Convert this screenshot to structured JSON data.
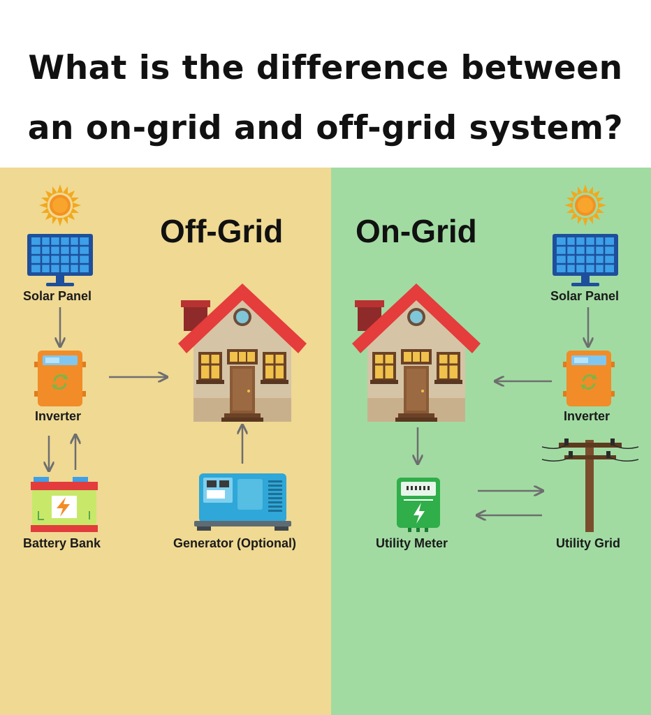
{
  "title": {
    "line1": "What is the difference between",
    "line2": "an on-grid and off-grid system?"
  },
  "off_grid": {
    "heading": "Off-Grid",
    "background": "#efd993",
    "labels": {
      "solar_panel": "Solar Panel",
      "inverter": "Inverter",
      "battery_bank": "Battery Bank",
      "generator": "Generator (Optional)"
    }
  },
  "on_grid": {
    "heading": "On-Grid",
    "background": "#a1dba2",
    "labels": {
      "solar_panel": "Solar Panel",
      "inverter": "Inverter",
      "utility_meter": "Utility Meter",
      "utility_grid": "Utility Grid"
    }
  },
  "icons": [
    "sun-icon",
    "solar-panel-icon",
    "inverter-icon",
    "battery-icon",
    "house-icon",
    "generator-icon",
    "utility-meter-icon",
    "utility-pole-icon",
    "arrow-icon"
  ],
  "colors": {
    "arrow": "#6e6e6e",
    "panel_blue": "#2a7fd4",
    "inverter_orange": "#f28c28",
    "roof_red": "#e0393e",
    "meter_green": "#2fae4a"
  }
}
